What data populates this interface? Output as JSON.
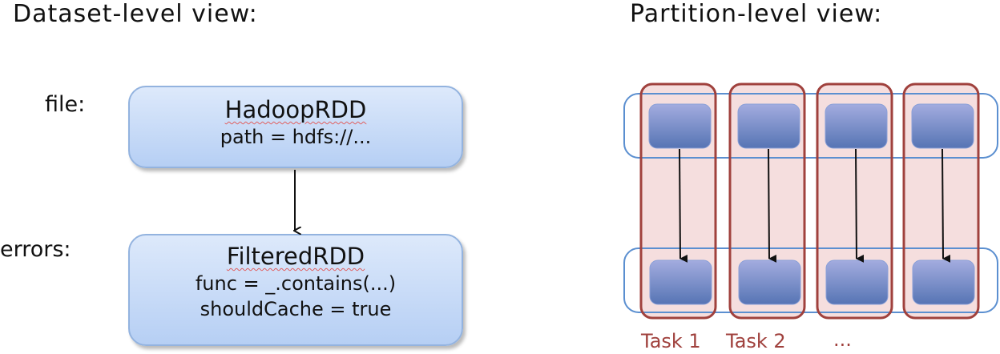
{
  "left": {
    "title": "Dataset-level view:",
    "nodes": [
      {
        "label": "file:",
        "name": "HadoopRDD",
        "fields": [
          "path = hdfs://..."
        ]
      },
      {
        "label": "errors:",
        "name": "FilteredRDD",
        "fields": [
          "func = _.contains(...)",
          "shouldCache = true"
        ]
      }
    ]
  },
  "right": {
    "title": "Partition-level view:",
    "partitions": 4,
    "tasks": [
      "Task 1",
      "Task 2",
      "..."
    ]
  },
  "colors": {
    "rdd_border": "#93b3df",
    "partition_fill": "#6f87c6",
    "task_border": "#a0413d",
    "task_fill": "#f5dede",
    "row_border": "#5b8fd0"
  }
}
